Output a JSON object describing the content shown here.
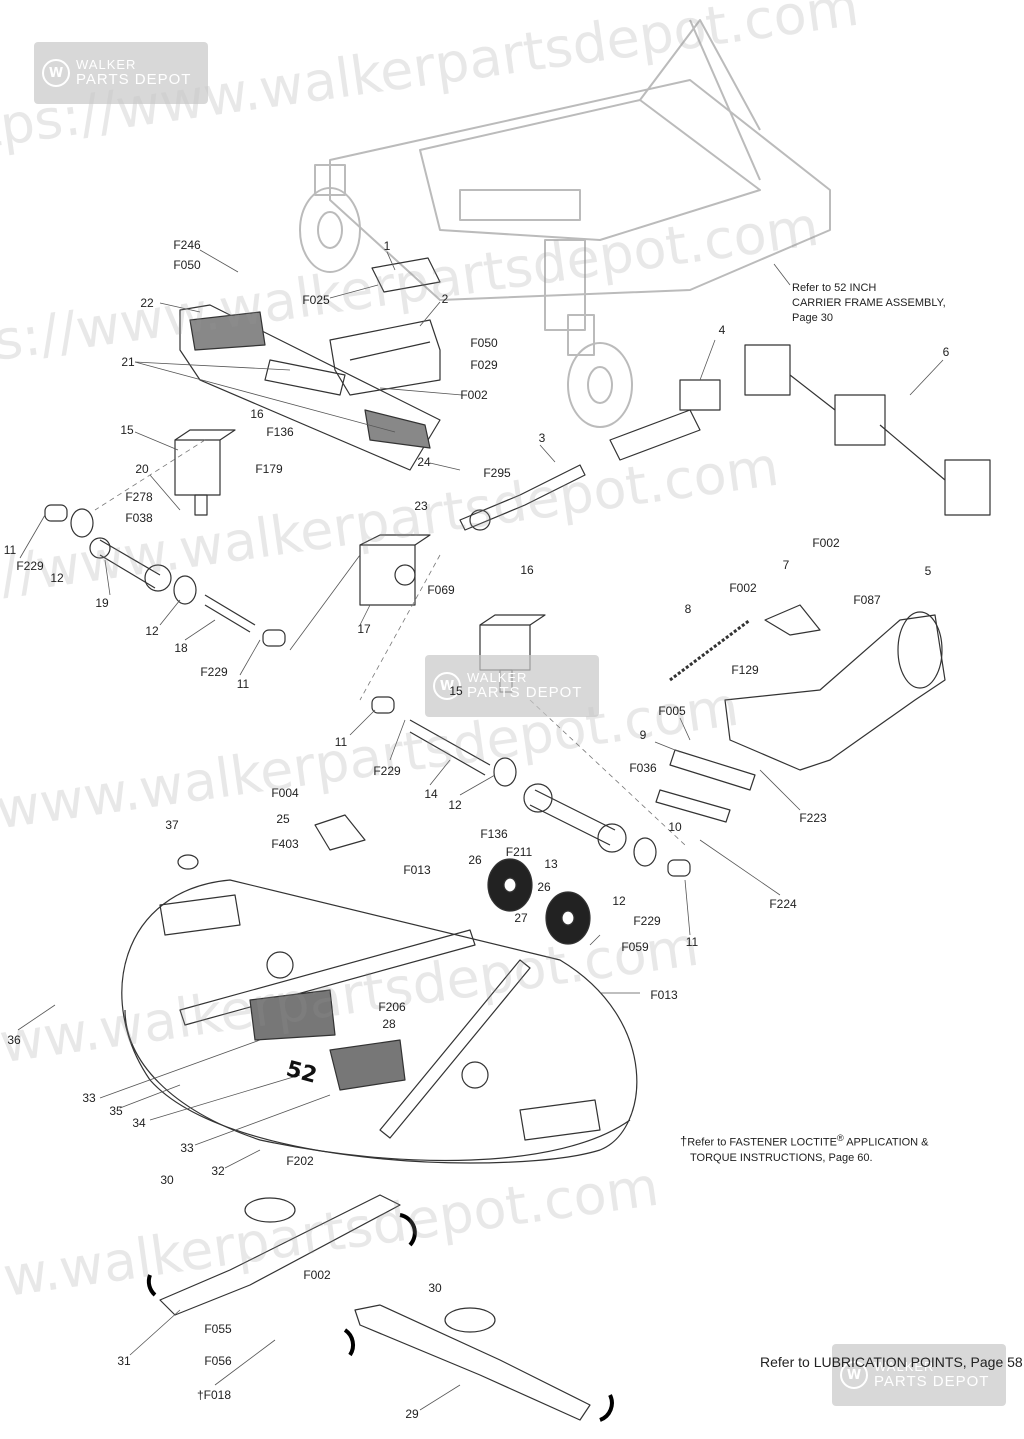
{
  "watermark": {
    "brand_line1": "WALKER",
    "brand_line2": "PARTS DEPOT",
    "logo_letter": "W",
    "url_text": "https://www.walkerpartsdepot.com"
  },
  "notes": {
    "carrier_frame": [
      "Refer to 52 INCH",
      "CARRIER FRAME ASSEMBLY,",
      "Page 30"
    ],
    "fastener_prefix": "Refer to FASTENER LOCTITE",
    "fastener_reg": "®",
    "fastener_suffix": " APPLICATION &",
    "fastener_line2": "TORQUE INSTRUCTIONS, Page 60.",
    "dagger": "†",
    "lubrication": "Refer to LUBRICATION POINTS, Page 58"
  },
  "deck_number": "52",
  "labels": [
    {
      "id": "F246",
      "text": "F246"
    },
    {
      "id": "F050a",
      "text": "F050"
    },
    {
      "id": "p1",
      "text": "1"
    },
    {
      "id": "F025",
      "text": "F025"
    },
    {
      "id": "p22",
      "text": "22"
    },
    {
      "id": "p2",
      "text": "2"
    },
    {
      "id": "F050b",
      "text": "F050"
    },
    {
      "id": "F029",
      "text": "F029"
    },
    {
      "id": "p21",
      "text": "21"
    },
    {
      "id": "F002a",
      "text": "F002"
    },
    {
      "id": "p4",
      "text": "4"
    },
    {
      "id": "p6",
      "text": "6"
    },
    {
      "id": "p16a",
      "text": "16"
    },
    {
      "id": "p15a",
      "text": "15"
    },
    {
      "id": "F136a",
      "text": "F136"
    },
    {
      "id": "p20",
      "text": "20"
    },
    {
      "id": "F179",
      "text": "F179"
    },
    {
      "id": "p3",
      "text": "3"
    },
    {
      "id": "p24",
      "text": "24"
    },
    {
      "id": "F295",
      "text": "F295"
    },
    {
      "id": "F278",
      "text": "F278"
    },
    {
      "id": "F038",
      "text": "F038"
    },
    {
      "id": "p23",
      "text": "23"
    },
    {
      "id": "p11a",
      "text": "11"
    },
    {
      "id": "F229a",
      "text": "F229"
    },
    {
      "id": "p12a",
      "text": "12"
    },
    {
      "id": "p19",
      "text": "19"
    },
    {
      "id": "F069",
      "text": "F069"
    },
    {
      "id": "p16b",
      "text": "16"
    },
    {
      "id": "F002b",
      "text": "F002"
    },
    {
      "id": "p7",
      "text": "7"
    },
    {
      "id": "p5",
      "text": "5"
    },
    {
      "id": "F002c",
      "text": "F002"
    },
    {
      "id": "F087",
      "text": "F087"
    },
    {
      "id": "p8",
      "text": "8"
    },
    {
      "id": "p12b",
      "text": "12"
    },
    {
      "id": "p17",
      "text": "17"
    },
    {
      "id": "p18",
      "text": "18"
    },
    {
      "id": "F129",
      "text": "F129"
    },
    {
      "id": "F229b",
      "text": "F229"
    },
    {
      "id": "p11b",
      "text": "11"
    },
    {
      "id": "p15b",
      "text": "15"
    },
    {
      "id": "F005",
      "text": "F005"
    },
    {
      "id": "p9",
      "text": "9"
    },
    {
      "id": "p11c",
      "text": "11"
    },
    {
      "id": "F229c",
      "text": "F229"
    },
    {
      "id": "F036",
      "text": "F036"
    },
    {
      "id": "p14",
      "text": "14"
    },
    {
      "id": "p12c",
      "text": "12"
    },
    {
      "id": "F223",
      "text": "F223"
    },
    {
      "id": "F004",
      "text": "F004"
    },
    {
      "id": "p10",
      "text": "10"
    },
    {
      "id": "p25",
      "text": "25"
    },
    {
      "id": "p37",
      "text": "37"
    },
    {
      "id": "F136b",
      "text": "F136"
    },
    {
      "id": "F211",
      "text": "F211"
    },
    {
      "id": "F403",
      "text": "F403"
    },
    {
      "id": "p13",
      "text": "13"
    },
    {
      "id": "F013a",
      "text": "F013"
    },
    {
      "id": "p26a",
      "text": "26"
    },
    {
      "id": "p26b",
      "text": "26"
    },
    {
      "id": "p12d",
      "text": "12"
    },
    {
      "id": "F224",
      "text": "F224"
    },
    {
      "id": "p27",
      "text": "27"
    },
    {
      "id": "F229d",
      "text": "F229"
    },
    {
      "id": "p11d",
      "text": "11"
    },
    {
      "id": "F059",
      "text": "F059"
    },
    {
      "id": "F013b",
      "text": "F013"
    },
    {
      "id": "F206",
      "text": "F206"
    },
    {
      "id": "p28",
      "text": "28"
    },
    {
      "id": "p36",
      "text": "36"
    },
    {
      "id": "p33a",
      "text": "33"
    },
    {
      "id": "p35",
      "text": "35"
    },
    {
      "id": "p34",
      "text": "34"
    },
    {
      "id": "p33b",
      "text": "33"
    },
    {
      "id": "p32",
      "text": "32"
    },
    {
      "id": "F202",
      "text": "F202"
    },
    {
      "id": "p30a",
      "text": "30"
    },
    {
      "id": "F002d",
      "text": "F002"
    },
    {
      "id": "p30b",
      "text": "30"
    },
    {
      "id": "F055",
      "text": "F055"
    },
    {
      "id": "F056",
      "text": "F056"
    },
    {
      "id": "p31",
      "text": "31"
    },
    {
      "id": "F018",
      "text": "†F018"
    },
    {
      "id": "p29",
      "text": "29"
    }
  ]
}
